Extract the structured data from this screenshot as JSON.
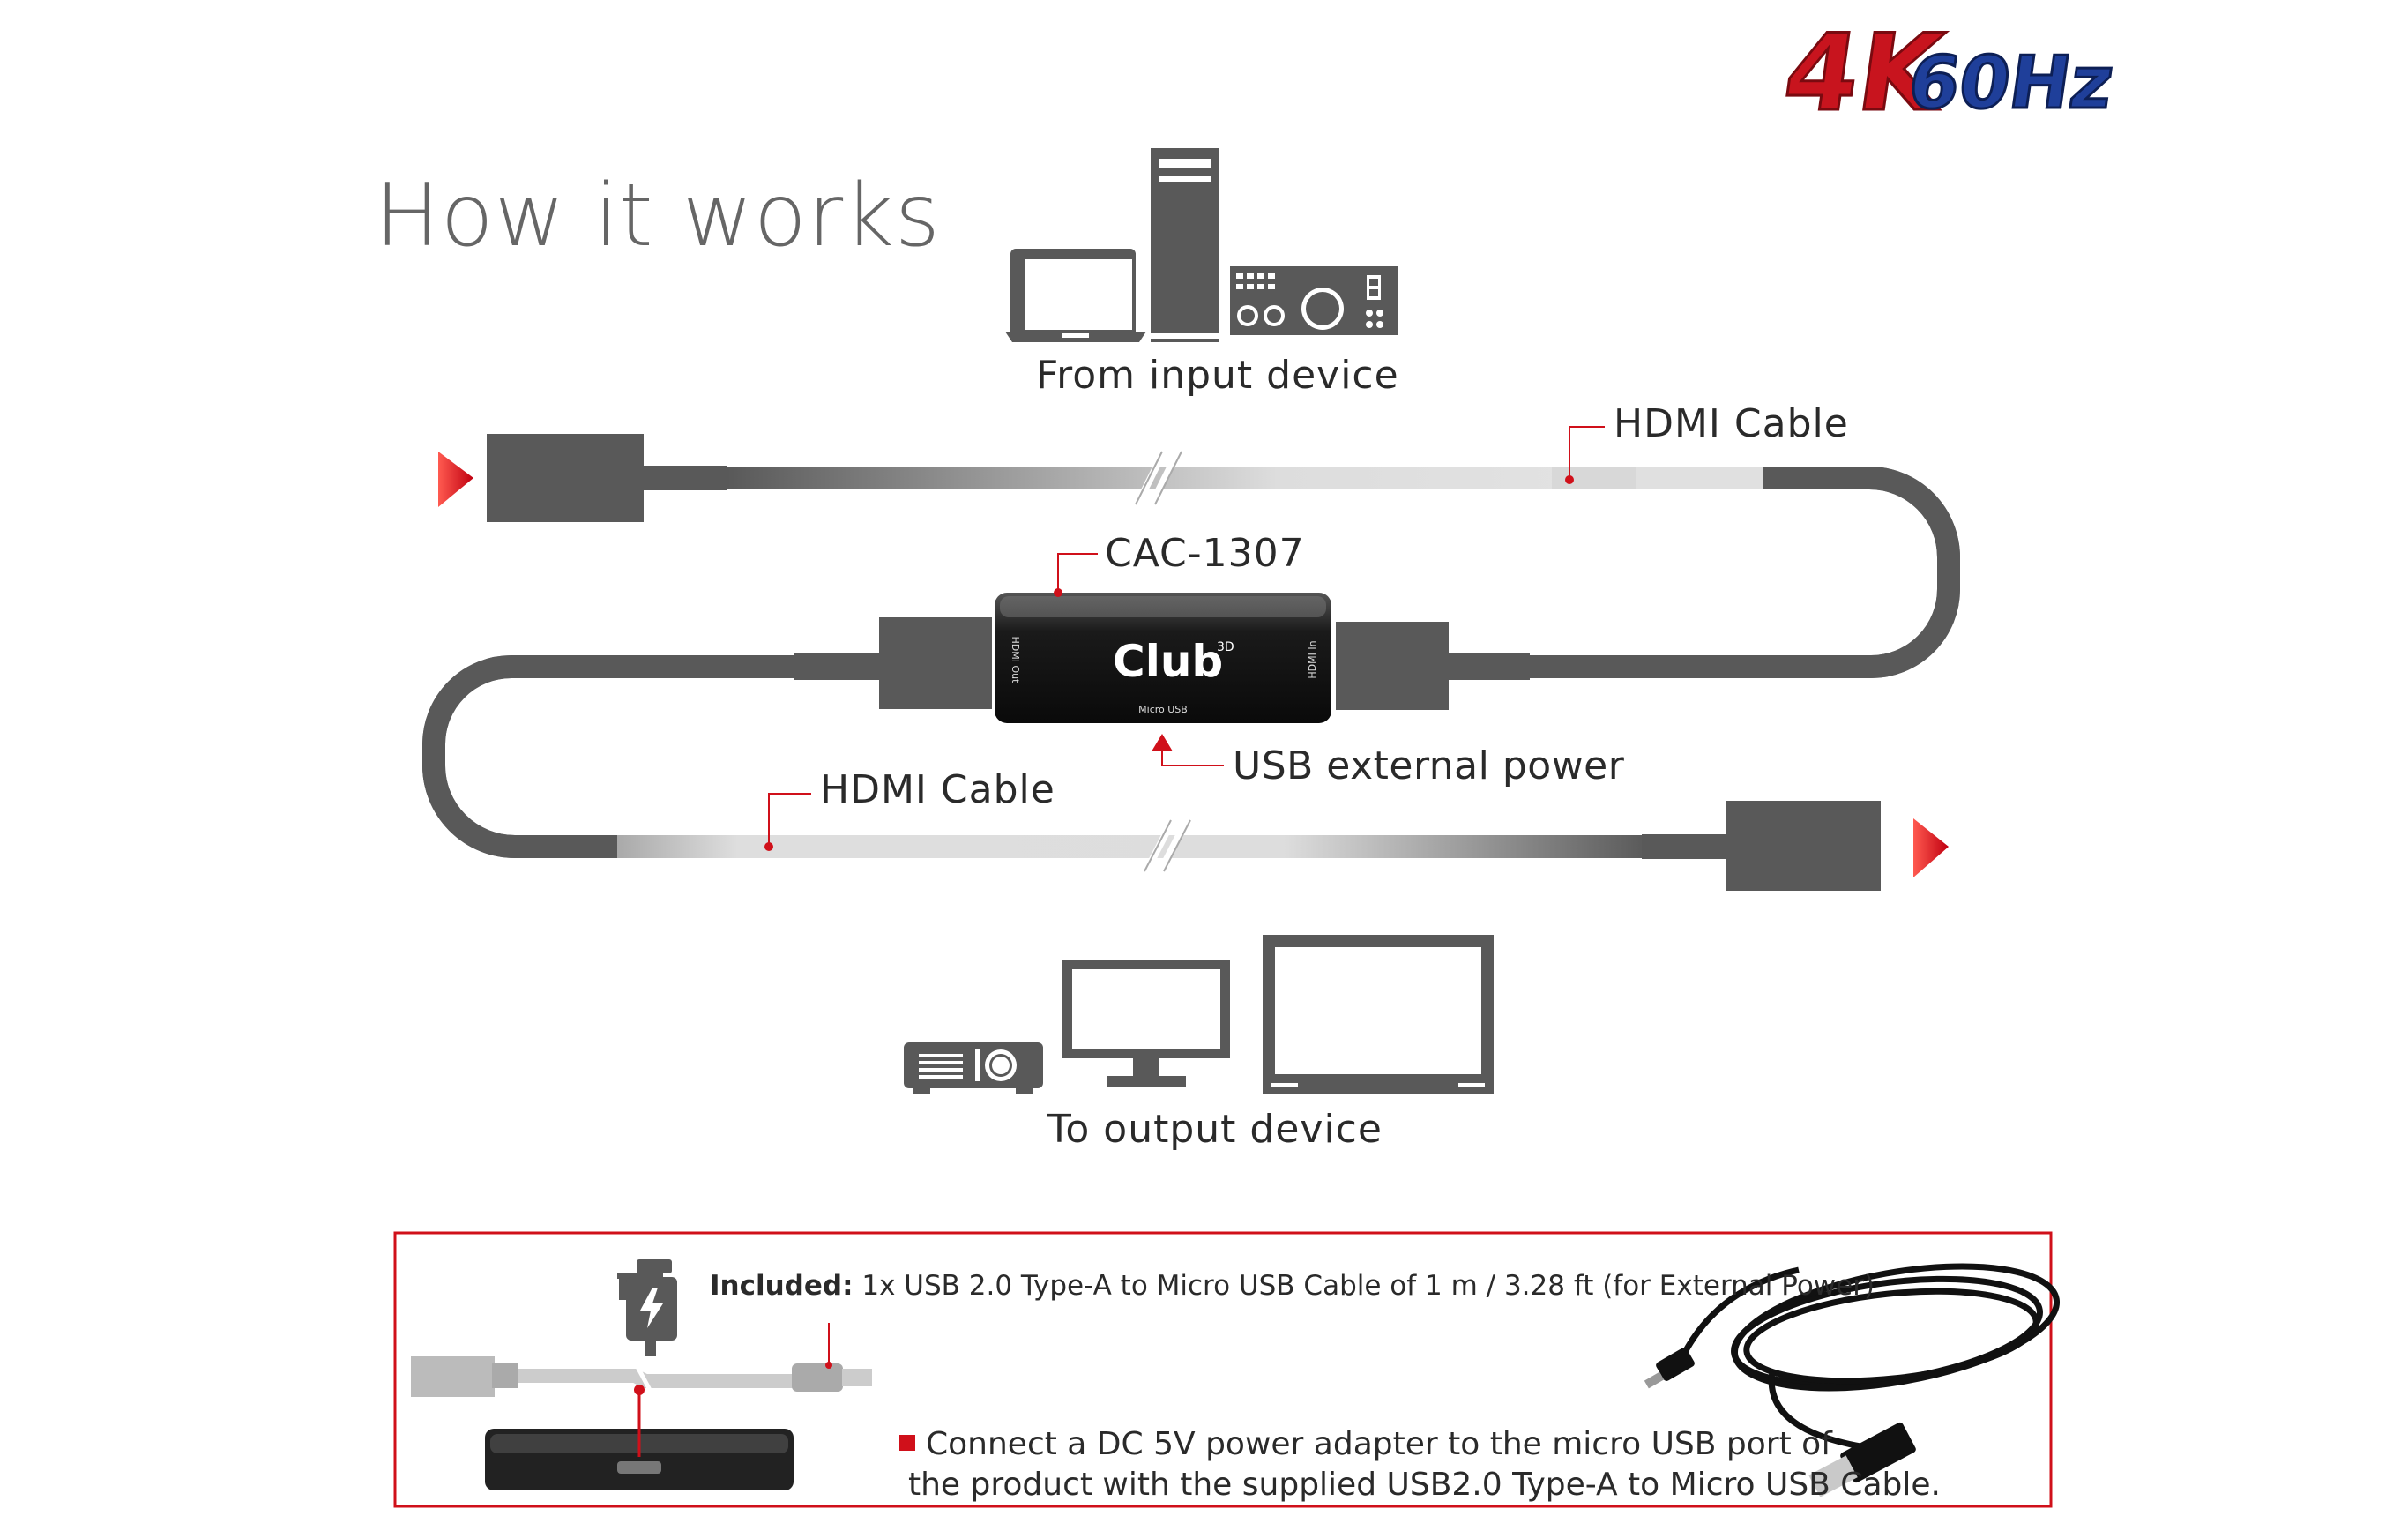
{
  "logo": {
    "badge": "4K60Hz",
    "brand": "Club3D"
  },
  "title": "How it works",
  "input": {
    "label": "From input device",
    "icons": [
      "laptop-icon",
      "tower-pc-icon",
      "av-receiver-icon"
    ]
  },
  "output": {
    "label": "To output device",
    "icons": [
      "projector-icon",
      "monitor-icon",
      "tv-icon"
    ]
  },
  "callouts": {
    "hdmi_cable_top": "HDMI Cable",
    "hdmi_cable_bottom": "HDMI Cable",
    "model": "CAC-1307",
    "usb_power": "USB  external power"
  },
  "device": {
    "logo": "Club3D",
    "port_left": "HDMI Out",
    "port_right": "HDMI In",
    "port_bottom": "Micro USB"
  },
  "included": {
    "bold": "Included:",
    "text": "1x USB 2.0 Type-A to Micro USB Cable of 1 m / 3.28 ft (for External Power)",
    "note_line1": "Connect a DC 5V power adapter to the micro USB port of",
    "note_line2": "the product with the supplied USB2.0 Type-A to Micro USB Cable."
  },
  "colors": {
    "accent": "#d0101a",
    "cable": "#595959",
    "badge_red": "#c8141e",
    "badge_blue": "#1f3f9a"
  }
}
